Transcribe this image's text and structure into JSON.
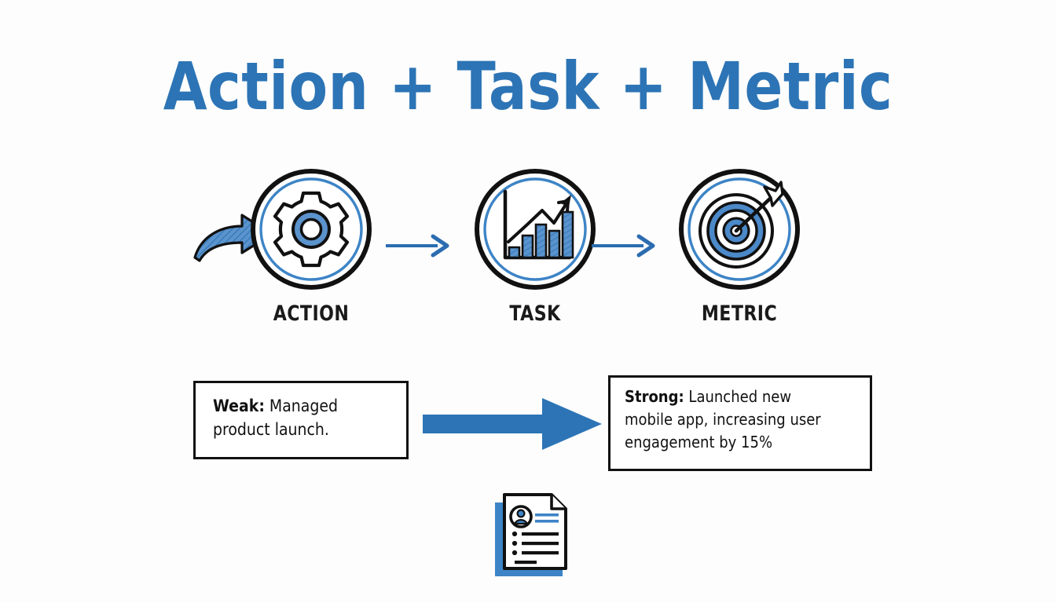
{
  "slide": {
    "background_color": "#fdfdfd",
    "accent_color": "#2c74b5",
    "ink_color": "#111111",
    "title": "Action + Task + Metric"
  },
  "flow": {
    "entry_arrow_icon": "curved-arrow-icon",
    "connector_icon": "arrow-right-icon",
    "steps": [
      {
        "key": "action",
        "label": "ACTION",
        "icon": "gear-icon"
      },
      {
        "key": "task",
        "label": "TASK",
        "icon": "bar-chart-growth-icon"
      },
      {
        "key": "metric",
        "label": "METRIC",
        "icon": "target-bullseye-icon"
      }
    ]
  },
  "comparison": {
    "big_arrow_icon": "block-arrow-right-icon",
    "weak": {
      "lead": "Weak:",
      "line1": "Managed",
      "line2": "product launch."
    },
    "strong": {
      "lead": "Strong:",
      "line1": "Launched new",
      "line2": "mobile app, increasing user",
      "line3": "engagement by 15%"
    }
  },
  "footer": {
    "icon": "resume-document-icon"
  }
}
